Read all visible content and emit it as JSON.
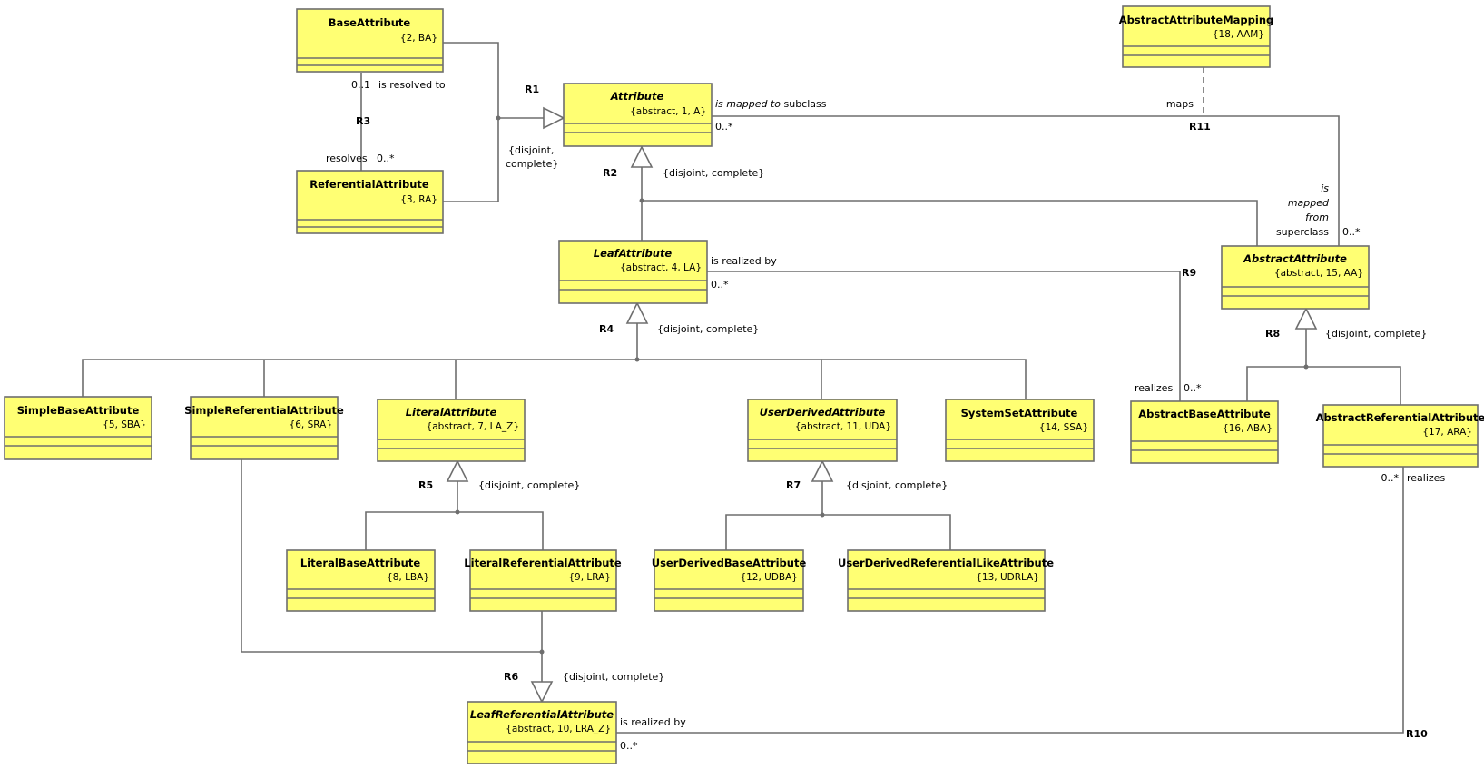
{
  "classes": {
    "base_attribute": {
      "name": "BaseAttribute",
      "tag": "{2, BA}",
      "abstract": false
    },
    "referential_attribute": {
      "name": "ReferentialAttribute",
      "tag": "{3, RA}",
      "abstract": false
    },
    "attribute": {
      "name": "Attribute",
      "tag": "{abstract, 1, A}",
      "abstract": true
    },
    "abstract_attribute_mapping": {
      "name": "AbstractAttributeMapping",
      "tag": "{18, AAM}",
      "abstract": false
    },
    "leaf_attribute": {
      "name": "LeafAttribute",
      "tag": "{abstract, 4, LA}",
      "abstract": true
    },
    "abstract_attribute": {
      "name": "AbstractAttribute",
      "tag": "{abstract, 15, AA}",
      "abstract": true
    },
    "simple_base_attribute": {
      "name": "SimpleBaseAttribute",
      "tag": "{5, SBA}",
      "abstract": false
    },
    "simple_referential_attribute": {
      "name": "SimpleReferentialAttribute",
      "tag": "{6, SRA}",
      "abstract": false
    },
    "literal_attribute": {
      "name": "LiteralAttribute",
      "tag": "{abstract, 7, LA_Z}",
      "abstract": true
    },
    "user_derived_attribute": {
      "name": "UserDerivedAttribute",
      "tag": "{abstract, 11, UDA}",
      "abstract": true
    },
    "system_set_attribute": {
      "name": "SystemSetAttribute",
      "tag": "{14, SSA}",
      "abstract": false
    },
    "abstract_base_attribute": {
      "name": "AbstractBaseAttribute",
      "tag": "{16, ABA}",
      "abstract": false
    },
    "abstract_referential_attribute": {
      "name": "AbstractReferentialAttribute",
      "tag": "{17, ARA}",
      "abstract": false
    },
    "literal_base_attribute": {
      "name": "LiteralBaseAttribute",
      "tag": "{8, LBA}",
      "abstract": false
    },
    "literal_referential_attribute": {
      "name": "LiteralReferentialAttribute",
      "tag": "{9, LRA}",
      "abstract": false
    },
    "user_derived_base_attribute": {
      "name": "UserDerivedBaseAttribute",
      "tag": "{12, UDBA}",
      "abstract": false
    },
    "user_derived_referential_like_attribute": {
      "name": "UserDerivedReferentialLikeAttribute",
      "tag": "{13, UDRLA}",
      "abstract": false
    },
    "leaf_referential_attribute": {
      "name": "LeafReferentialAttribute",
      "tag": "{abstract, 10, LRA_Z}",
      "abstract": true
    }
  },
  "relationships": {
    "r1": {
      "id": "R1",
      "constraint_line1": "{disjoint,",
      "constraint_line2": "complete}"
    },
    "r2": {
      "id": "R2",
      "constraint": "{disjoint, complete}"
    },
    "r3": {
      "id": "R3",
      "mult_top": "0..1",
      "phrase_top": "is resolved to",
      "mult_bottom": "0..*",
      "phrase_bottom": "resolves"
    },
    "r4": {
      "id": "R4",
      "constraint": "{disjoint, complete}"
    },
    "r5": {
      "id": "R5",
      "constraint": "{disjoint, complete}"
    },
    "r6": {
      "id": "R6",
      "constraint": "{disjoint, complete}"
    },
    "r7": {
      "id": "R7",
      "constraint": "{disjoint, complete}"
    },
    "r8": {
      "id": "R8",
      "constraint": "{disjoint, complete}"
    },
    "r9": {
      "id": "R9",
      "phrase_leaf": "is realized by",
      "mult_leaf": "0..*",
      "phrase_aba": "realizes",
      "mult_aba": "0..*"
    },
    "r10": {
      "id": "R10",
      "phrase_lra": "is realized by",
      "mult_lra": "0..*",
      "phrase_ara": "realizes",
      "mult_ara": "0..*"
    },
    "r11": {
      "id": "R11",
      "phrase_attr_em": "is mapped to",
      "phrase_attr_rest": " subclass",
      "mult_attr": "0..*",
      "phrase_aa_line1": "is",
      "phrase_aa_line2": "mapped",
      "phrase_aa_line3": "from",
      "phrase_aa_line4": "superclass",
      "mult_aa": "0..*",
      "assoc_label": "maps"
    }
  }
}
